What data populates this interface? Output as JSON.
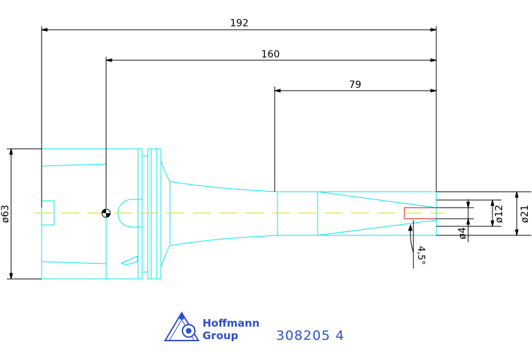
{
  "dimensions": {
    "overall_length": "192",
    "length_160": "160",
    "length_79": "79",
    "diameter_63": "ø63",
    "diameter_21": "ø21",
    "diameter_12": "ø12",
    "diameter_4": "ø4",
    "angle": "4,5°"
  },
  "branding": {
    "logo_line1": "Hoffmann",
    "logo_line2": "Group",
    "part_number": "308205 4"
  },
  "colors": {
    "outline": "#00e5ee",
    "dimension": "#000000",
    "centerline": "#e8e800",
    "bore": "#e00000",
    "brand": "#2f4fd0"
  }
}
